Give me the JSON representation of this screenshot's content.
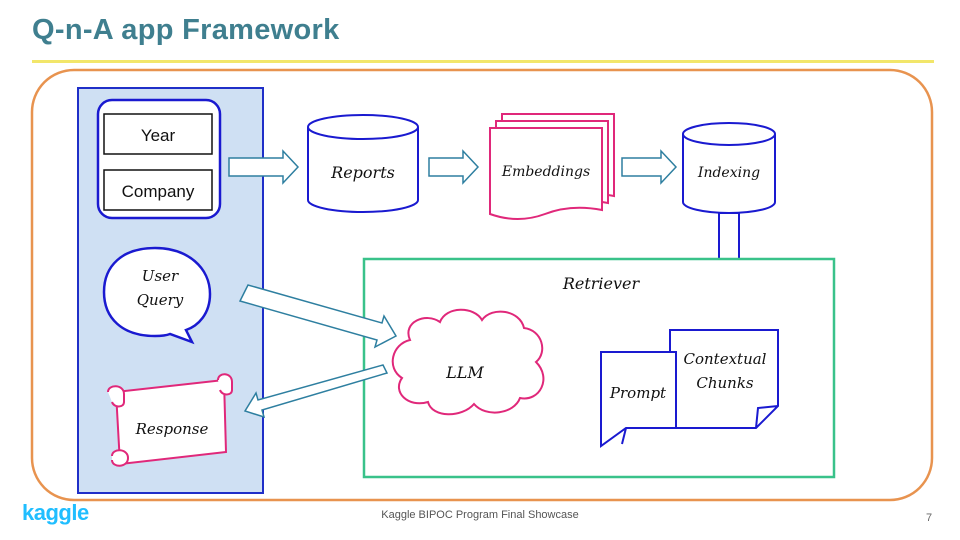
{
  "slide": {
    "title": "Q-n-A app Framework",
    "footer": "Kaggle BIPOC Program Final Showcase",
    "page_number": "7",
    "logo_text": "kaggle"
  },
  "inputs": {
    "year": "Year",
    "company": "Company"
  },
  "nodes": {
    "reports": "Reports",
    "embeddings": "Embeddings",
    "indexing": "Indexing",
    "user_query_line1": "User",
    "user_query_line2": "Query",
    "retriever": "Retriever",
    "llm": "LLM",
    "prompt": "Prompt",
    "contextual_line1": "Contextual",
    "contextual_line2": "Chunks",
    "response": "Response"
  },
  "colors": {
    "title": "#3f7f8f",
    "rule": "#f2e66a",
    "outer_border": "#e8934f",
    "panel_fill": "#cfe0f3",
    "panel_border": "#1f2fc8",
    "blue_stroke": "#1a1ad0",
    "pink_stroke": "#e0287a",
    "arrow_stroke": "#2e7fa0",
    "retriever_border": "#39c28a",
    "logo": "#20beff"
  }
}
